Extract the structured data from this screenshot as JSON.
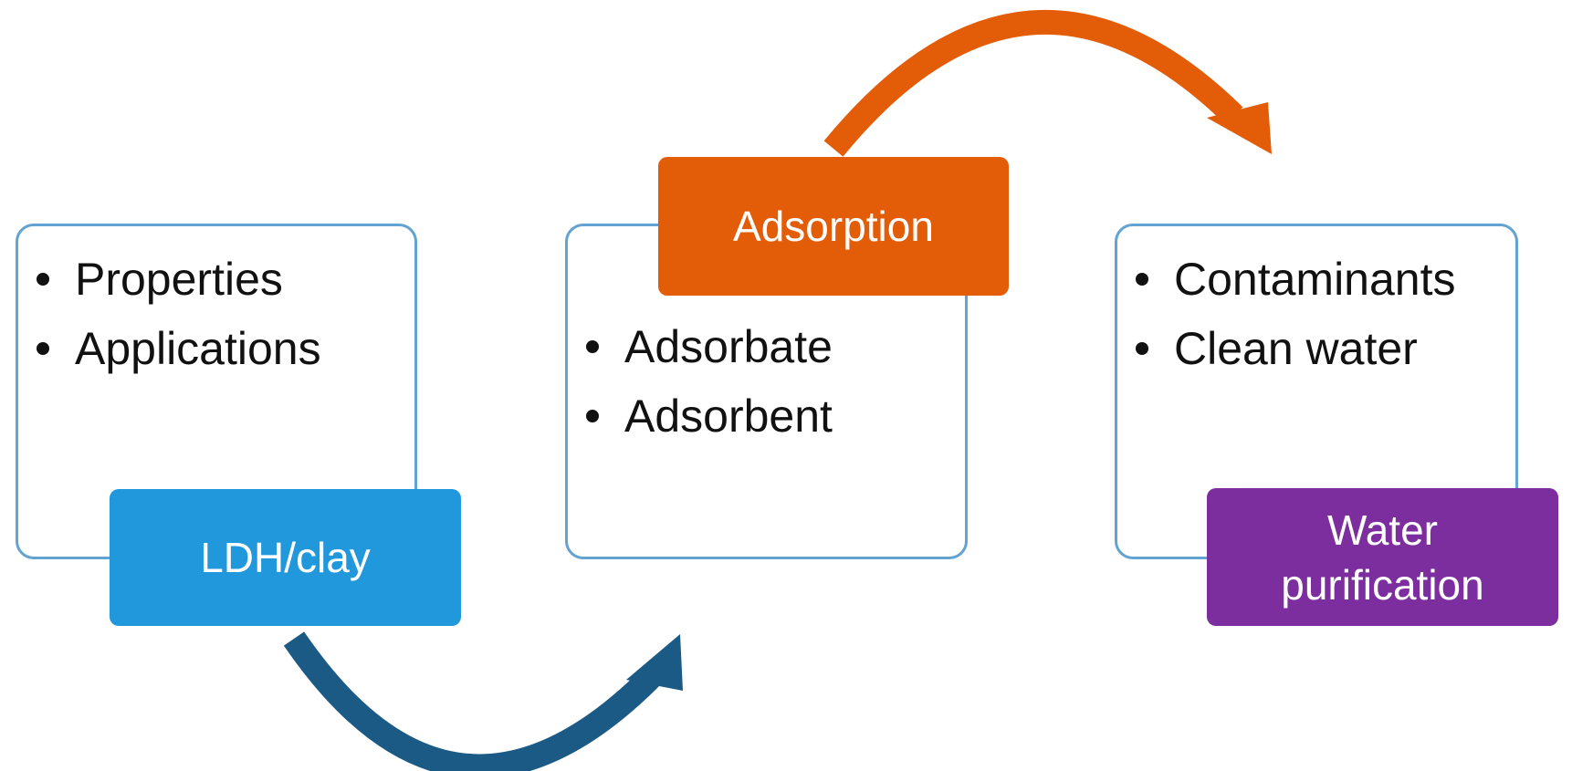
{
  "colors": {
    "card_border": "#62a3d1",
    "ldh_tag": "#2198dc",
    "adsorption_tag": "#e35d09",
    "water_tag": "#7c2d9e",
    "arrow_orange": "#e35d09",
    "arrow_navy": "#1b5a85"
  },
  "stages": [
    {
      "tag": "LDH/clay",
      "items": [
        "Properties",
        "Applications"
      ]
    },
    {
      "tag": "Adsorption",
      "items": [
        "Adsorbate",
        "Adsorbent"
      ]
    },
    {
      "tag": "Water purification",
      "items": [
        "Contaminants",
        "Clean water"
      ]
    }
  ],
  "connectors": [
    {
      "from": "LDH/clay",
      "to": "Adsorption",
      "icon": "curved-arrow-icon"
    },
    {
      "from": "Adsorption",
      "to": "Water purification",
      "icon": "curved-arrow-icon"
    }
  ]
}
